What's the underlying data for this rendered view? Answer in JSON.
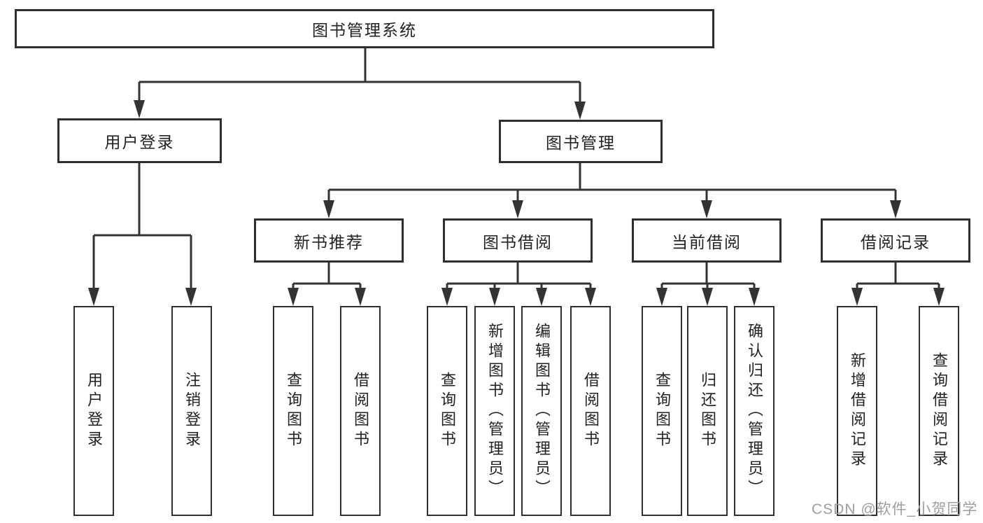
{
  "tree": {
    "label": "图书管理系统",
    "children": [
      {
        "label": "用户登录",
        "children": [
          {
            "label": "用户登录"
          },
          {
            "label": "注销登录"
          }
        ]
      },
      {
        "label": "图书管理",
        "children": [
          {
            "label": "新书推荐",
            "children": [
              {
                "label": "查询图书"
              },
              {
                "label": "借阅图书"
              }
            ]
          },
          {
            "label": "图书借阅",
            "children": [
              {
                "label": "查询图书"
              },
              {
                "label": "新增图书（管理员）"
              },
              {
                "label": "编辑图书（管理员）"
              },
              {
                "label": "借阅图书"
              }
            ]
          },
          {
            "label": "当前借阅",
            "children": [
              {
                "label": "查询图书"
              },
              {
                "label": "归还图书"
              },
              {
                "label": "确认归还（管理员）"
              }
            ]
          },
          {
            "label": "借阅记录",
            "children": [
              {
                "label": "新增借阅记录"
              },
              {
                "label": "查询借阅记录"
              }
            ]
          }
        ]
      }
    ]
  },
  "watermark": {
    "text": "CSDN @软件_小贺同学"
  },
  "colors": {
    "line": "#333333",
    "box_border": "#2f2f2f",
    "text": "#222222",
    "watermark": "#9e9e9e",
    "background": "#ffffff"
  }
}
